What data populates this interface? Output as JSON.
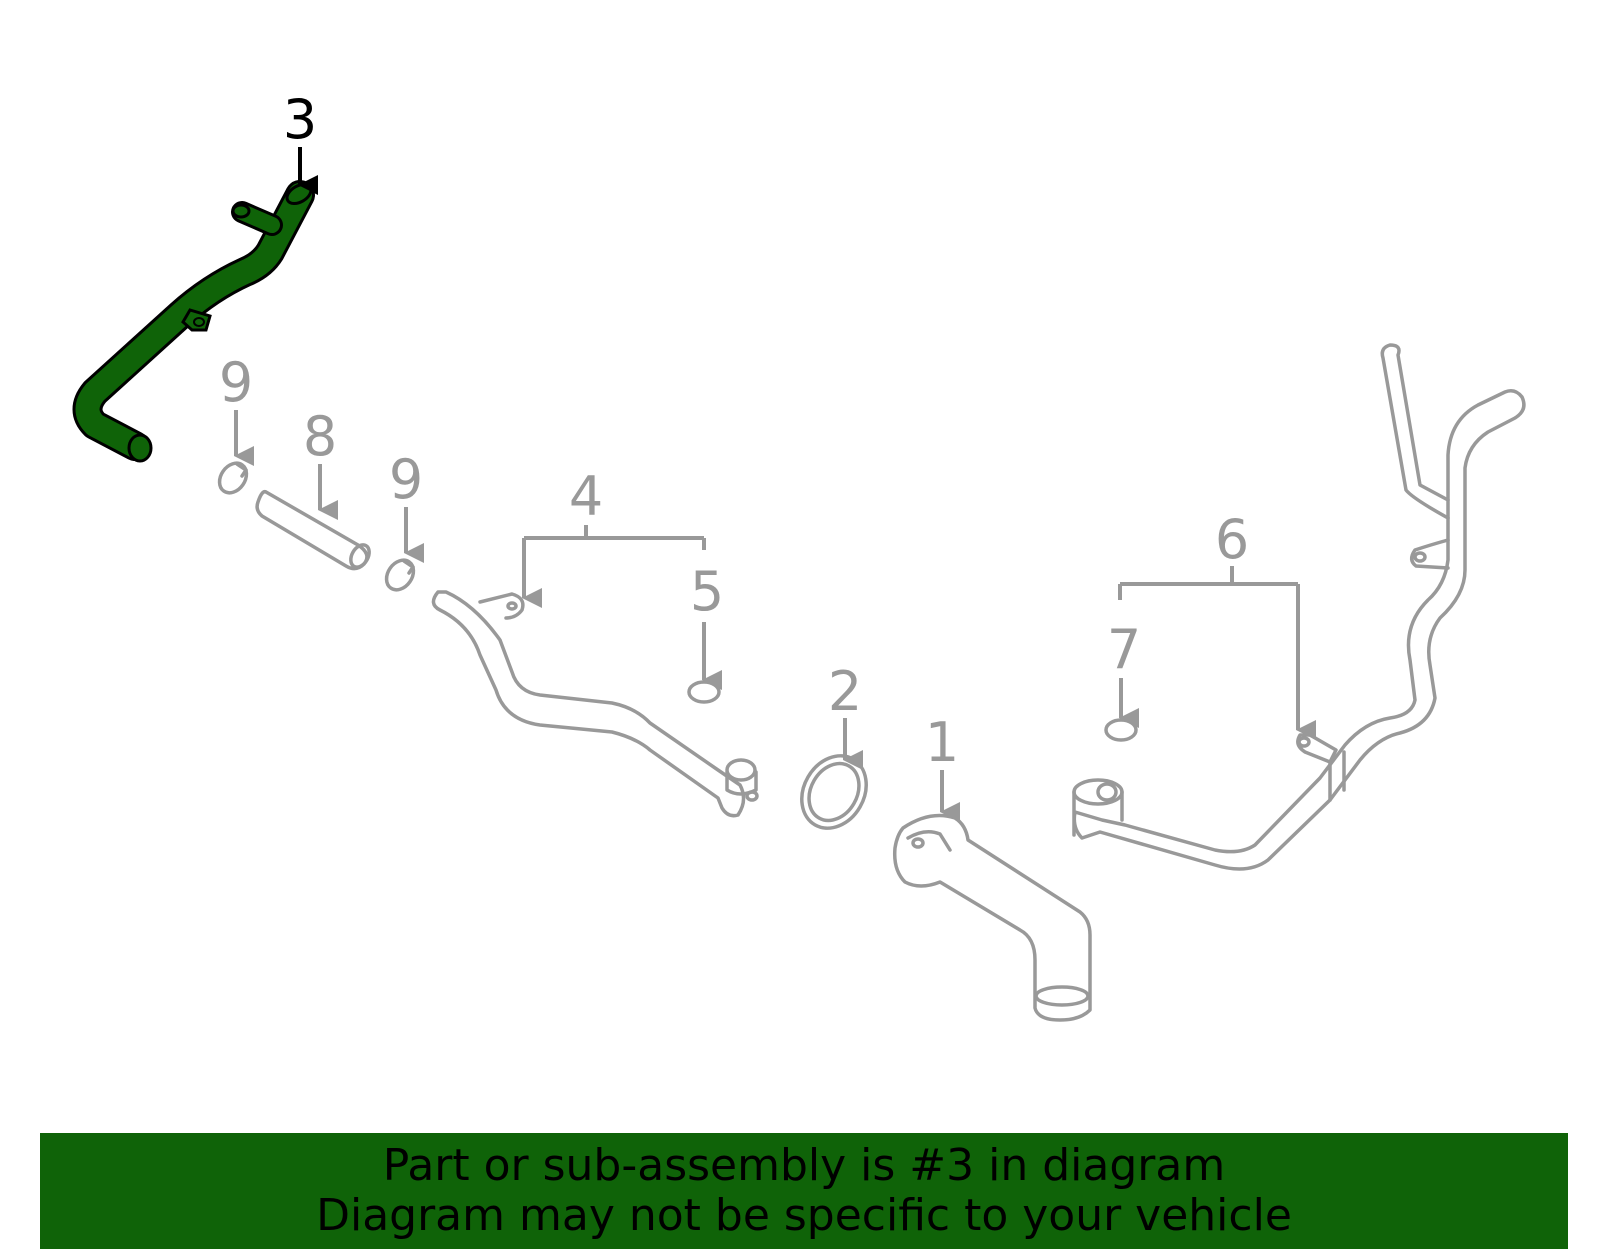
{
  "colors": {
    "highlight": "#0f6308",
    "banner_background": "#0f6308",
    "part_outline": "#999999",
    "label_highlighted": "#000000",
    "background": "#ffffff"
  },
  "callouts": {
    "c1": "1",
    "c2": "2",
    "c3": "3",
    "c4": "4",
    "c5": "5",
    "c6": "6",
    "c7": "7",
    "c8": "8",
    "c9a": "9",
    "c9b": "9"
  },
  "highlighted_part": "3",
  "banner": {
    "line1": "Part or sub-assembly is #3 in diagram",
    "line2": "Diagram may not be specific to your vehicle"
  }
}
